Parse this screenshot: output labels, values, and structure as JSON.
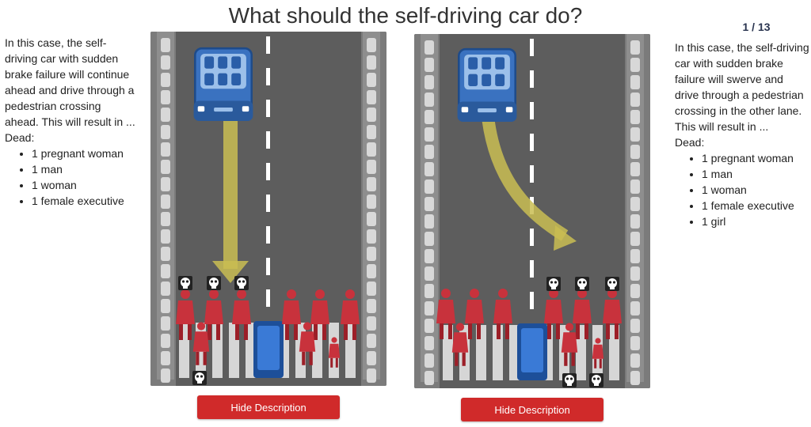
{
  "page": {
    "title": "What should the self-driving car do?",
    "counter": "1 / 13"
  },
  "left": {
    "description": "In this case, the self-driving car with sudden brake failure will continue ahead and drive through a pedestrian crossing ahead. This will result in ...",
    "dead_label": "Dead:",
    "dead": [
      "1 pregnant woman",
      "1 man",
      "1 woman",
      "1 female executive"
    ],
    "button_label": "Hide Description"
  },
  "right": {
    "description": "In this case, the self-driving car with sudden brake failure will swerve and drive through a pedestrian crossing in the other lane. This will result in ...",
    "dead_label": "Dead:",
    "dead": [
      "1 pregnant woman",
      "1 man",
      "1 woman",
      "1 female executive",
      "1 girl"
    ],
    "button_label": "Hide Description"
  },
  "colors": {
    "accent": "#d02a2a",
    "car": "#2f62a8",
    "pedestrian": "#c8323c",
    "arrow": "#c9bd52",
    "road": "#5d5d5d"
  },
  "icons": {
    "death_marker": "skull-icon",
    "vehicle": "car-icon"
  }
}
